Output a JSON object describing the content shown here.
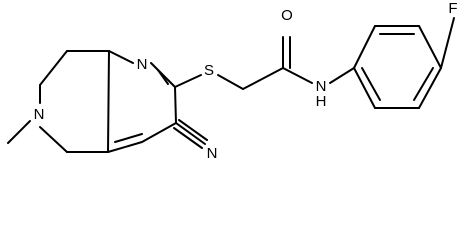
{
  "molecule": {
    "atom_labels": {
      "n_ring_top": "N",
      "s_thioether": "S",
      "o_carbonyl": "O",
      "n_amide": "N",
      "h_amide": "H",
      "f_fluoro": "F",
      "n_ring_amine": "N",
      "n_nitrile": "N"
    },
    "colors": {
      "bond": "#000000",
      "label": "#000000",
      "background": "#ffffff"
    }
  }
}
